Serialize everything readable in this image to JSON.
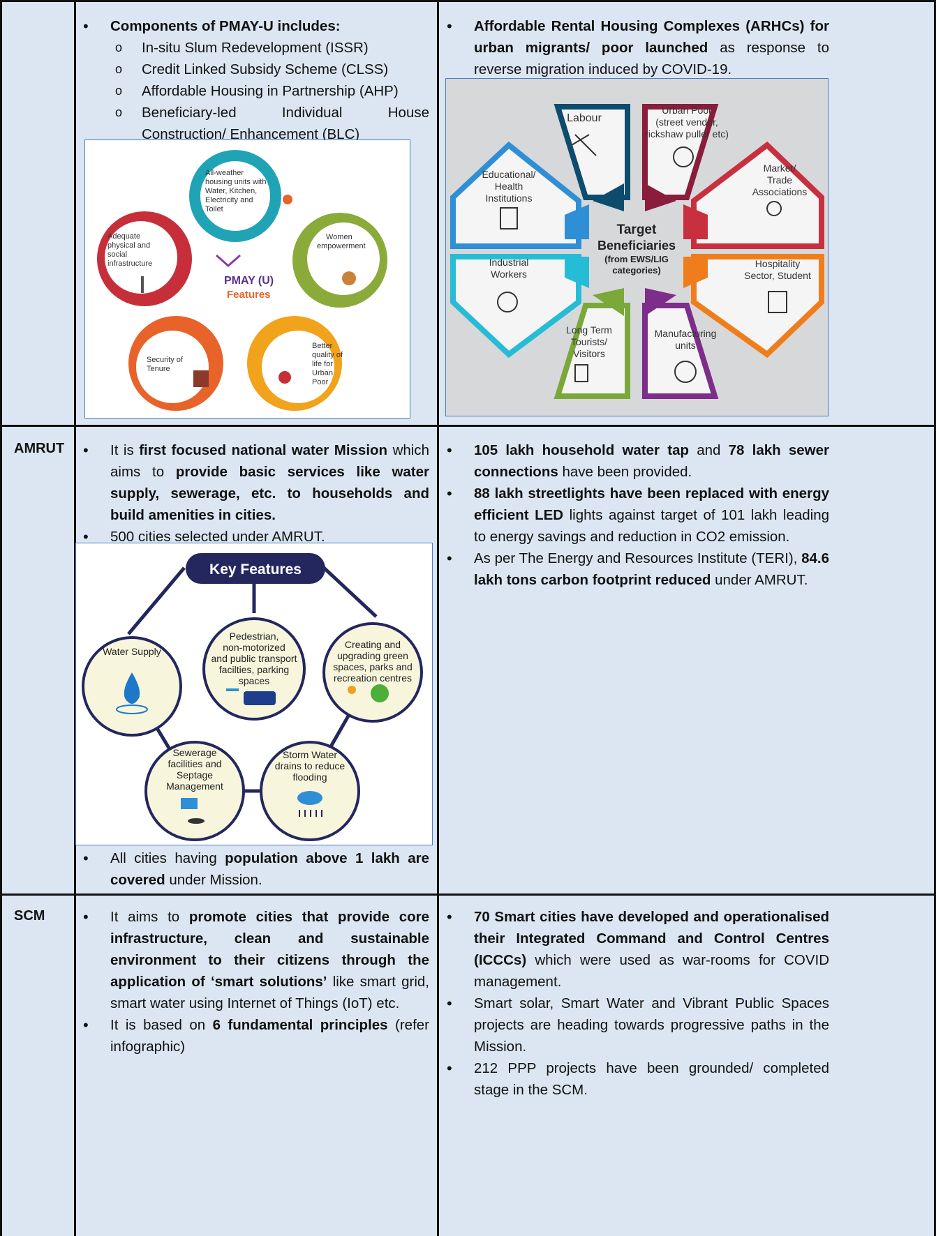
{
  "pmay": {
    "components_heading": "Components of PMAY-U includes:",
    "components": [
      "In-situ Slum Redevelopment (ISSR)",
      "Credit Linked Subsidy Scheme (CLSS)",
      "Affordable Housing in Partnership (AHP)",
      "Beneficiary-led Individual House Construction/ Enhancement (BLC)"
    ],
    "features_logo_line1": "PMAY (U)",
    "features_logo_line2": "Features",
    "features": {
      "top": "All-weather housing units with Water, Kitchen, Electricity and Toilet",
      "left": "Adequate physical and social infrastructure",
      "right": "Women empowerment",
      "bottom_left": "Security of Tenure",
      "bottom_right": "Better quality of life for Urban Poor"
    },
    "arhc_bold": "Affordable Rental Housing Complexes (ARHCs) for urban migrants/ poor launched",
    "arhc_rest": " as response to reverse migration induced by COVID-19.",
    "beneficiaries": {
      "center_line1": "Target",
      "center_line2": "Beneficiaries",
      "center_line3": "(from EWS/LIG",
      "center_line4": "categories)",
      "labour": "Labour",
      "urban_poor": [
        "Urban Poor",
        "(street vendor,",
        "rickshaw puller etc)"
      ],
      "educational": [
        "Educational/",
        "Health",
        "Institutions"
      ],
      "market": [
        "Market/",
        "Trade",
        "Associations"
      ],
      "industrial": [
        "Industrial",
        "Workers"
      ],
      "hospitality": [
        "Hospitality",
        "Sector, Student"
      ],
      "tourists": [
        "Long Term",
        "Tourists/",
        "Visitors"
      ],
      "manufacturing": [
        "Manufacturing",
        "units"
      ]
    }
  },
  "amrut": {
    "label": "AMRUT",
    "p1_a": "It is ",
    "p1_b": "first focused national water Mission",
    "p1_c": " which aims to ",
    "p1_d": "provide basic services like water supply, sewerage, etc. to households and build amenities in cities.",
    "p2": "500 cities selected under AMRUT.",
    "p3_a": "All cities having ",
    "p3_b": "population above 1 lakh are covered",
    "p3_c": " under Mission.",
    "key_features_title": "Key Features",
    "kf": {
      "water": "Water Supply",
      "pedestrian": [
        "Pedestrian,",
        "non-motorized",
        "and public transport",
        "facilties, parking",
        "spaces"
      ],
      "green": [
        "Creating and",
        "upgrading green",
        "spaces, parks and",
        "recreation centres"
      ],
      "sewerage": [
        "Sewerage",
        "facilities and",
        "Septage",
        "Management"
      ],
      "storm": [
        "Storm Water",
        "drains to reduce",
        "flooding"
      ]
    },
    "r1_a": "105 lakh household water tap",
    "r1_b": " and ",
    "r1_c": "78 lakh sewer connections",
    "r1_d": " have been provided.",
    "r2_a": "88 lakh streetlights have been replaced with energy efficient LED",
    "r2_b": " lights against target of 101 lakh leading to energy savings and reduction in CO2 emission.",
    "r3_a": "As per The Energy and Resources Institute (TERI), ",
    "r3_b": "84.6 lakh tons carbon footprint reduced",
    "r3_c": " under AMRUT."
  },
  "scm": {
    "label": "SCM",
    "p1_a": "It aims to ",
    "p1_b": "promote cities that provide core infrastructure, clean and sustainable environment to their citizens through the application of ‘smart solutions’",
    "p1_c": " like smart grid, smart water using Internet of Things (IoT) etc.",
    "p2_a": "It is based on ",
    "p2_b": "6 fundamental principles",
    "p2_c": " (refer infographic)",
    "r1_a": "70 Smart cities have developed and operationalised their Integrated Command and Control Centres (ICCCs)",
    "r1_b": " which were used as war-rooms for COVID management.",
    "r2": "Smart solar, Smart Water and Vibrant Public Spaces projects are heading towards progressive paths in the Mission.",
    "r3": "212 PPP projects have been grounded/ completed stage in the SCM."
  }
}
